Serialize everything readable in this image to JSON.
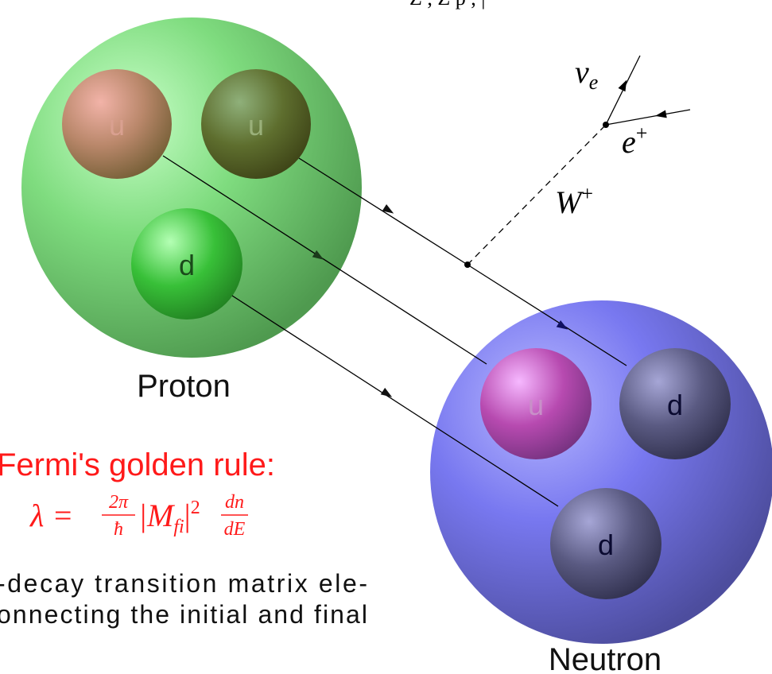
{
  "top_text": "Z     ,      Z     p        ,  |",
  "nucleons": {
    "proton": {
      "label": "Proton"
    },
    "neutron": {
      "label": "Neutron"
    }
  },
  "quarks": {
    "proton_u1": "u",
    "proton_u2": "u",
    "proton_d": "d",
    "neutron_u": "u",
    "neutron_d1": "d",
    "neutron_d2": "d"
  },
  "boson": {
    "symbol": "W",
    "charge": "+"
  },
  "leptons": {
    "neutrino_symbol": "ν",
    "neutrino_sub": "e",
    "positron_symbol": "e",
    "positron_charge": "+"
  },
  "rule": {
    "title": "Fermi's golden rule:",
    "lhs": "λ =",
    "frac1_num": "2π",
    "frac1_den": "ħ",
    "matrix": "|M",
    "matrix_sub": "fi",
    "matrix_close": "|",
    "matrix_sup": "2",
    "frac2_num": "dn",
    "frac2_den": "dE"
  },
  "body_text": {
    "line1": "-decay transition matrix ele-",
    "line2": "onnecting the initial and final"
  },
  "colors": {
    "proton": "#7fd67f",
    "neutron": "#6b6bd6",
    "rule_red": "#ff1a1a",
    "line": "#000000"
  }
}
